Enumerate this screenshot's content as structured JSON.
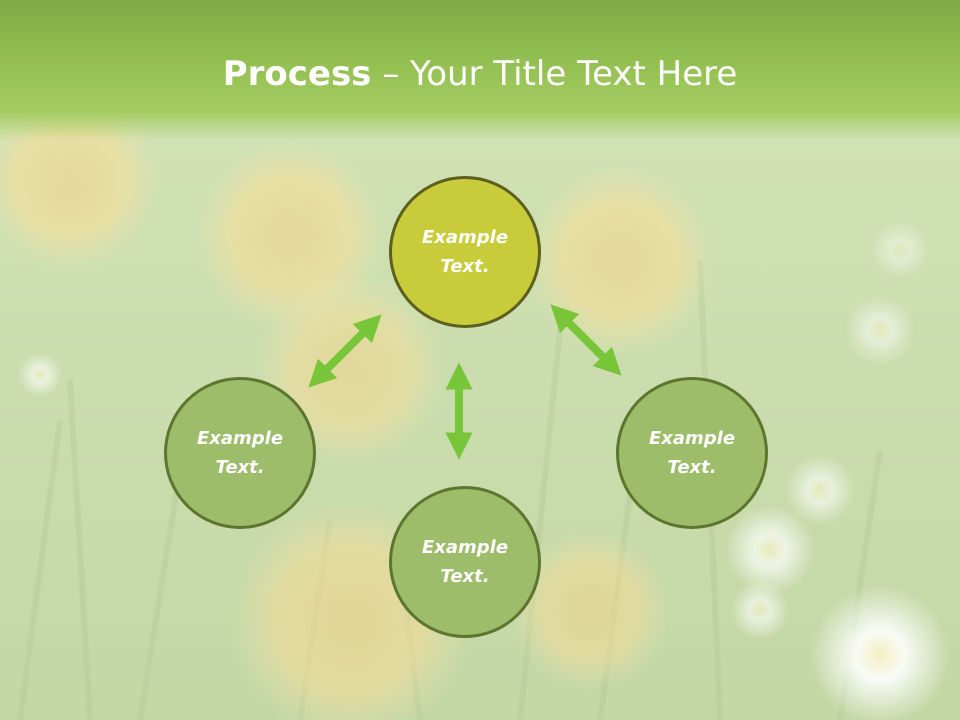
{
  "slide": {
    "title_bold": "Process",
    "title_rest": " – Your Title Text Here"
  },
  "nodes": {
    "top": {
      "line1": "Example",
      "line2": "Text."
    },
    "left": {
      "line1": "Example",
      "line2": "Text."
    },
    "right": {
      "line1": "Example",
      "line2": "Text."
    },
    "bottom": {
      "line1": "Example",
      "line2": "Text."
    }
  },
  "colors": {
    "arrow": "#78c53a",
    "top_node": "#c8cc3a",
    "other_nodes": "#9dbd6a"
  }
}
